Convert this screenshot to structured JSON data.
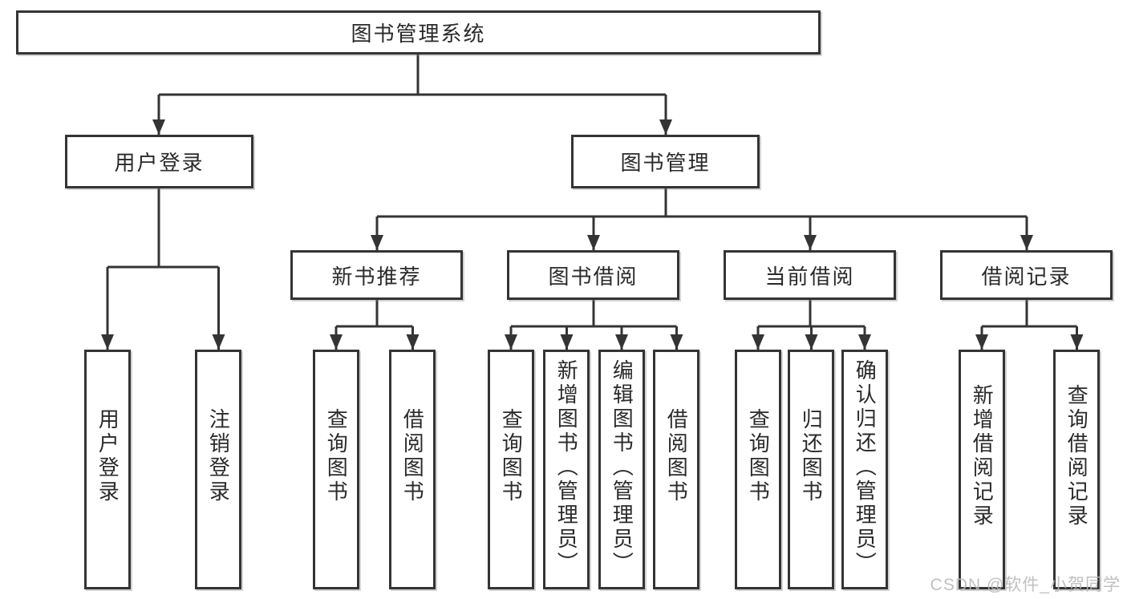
{
  "watermark": "CSDN @软件_小贺同学",
  "nodes": {
    "root": "图书管理系统",
    "user_login": "用户登录",
    "book_management": "图书管理",
    "new_book_recommend": "新书推荐",
    "book_borrowing": "图书借阅",
    "current_borrowing": "当前借阅",
    "borrowing_records": "借阅记录",
    "leaf_user_login": "用户登录",
    "leaf_logout_login": "注销登录",
    "leaf_query_books_recommend": "查询图书",
    "leaf_borrow_books_recommend": "借阅图书",
    "leaf_query_books_borrowing": "查询图书",
    "leaf_add_books_admin": "新增图书（管理员）",
    "leaf_edit_books_admin": "编辑图书（管理员）",
    "leaf_borrow_books_borrowing": "借阅图书",
    "leaf_query_books_current": "查询图书",
    "leaf_return_books": "归还图书",
    "leaf_confirm_return_admin": "确认归还（管理员）",
    "leaf_add_borrow_record": "新增借阅记录",
    "leaf_query_borrow_record": "查询借阅记录"
  }
}
